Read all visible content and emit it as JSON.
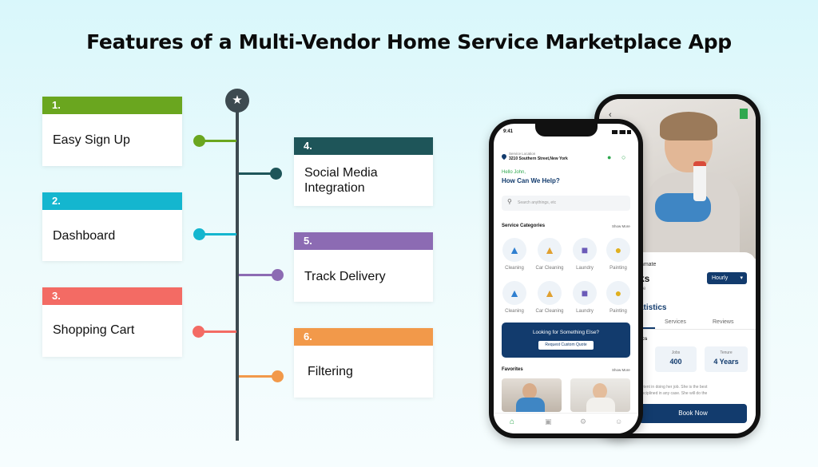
{
  "title": "Features of a Multi-Vendor Home Service Marketplace App",
  "features": [
    {
      "num": "1.",
      "label": "Easy Sign Up",
      "color": "#6aa61f"
    },
    {
      "num": "2.",
      "label": "Dashboard",
      "color": "#14b6cf"
    },
    {
      "num": "3.",
      "label": "Shopping Cart",
      "color": "#f36b64"
    },
    {
      "num": "4.",
      "label": "Social Media Integration",
      "color": "#1e5559"
    },
    {
      "num": "5.",
      "label": "Track Delivery",
      "color": "#8c6bb3"
    },
    {
      "num": "6.",
      "label": "Filtering",
      "color": "#f2994a"
    }
  ],
  "timeline_color": "#3d4a50",
  "icons": {
    "timeline_badge": "award-ribbon-icon"
  },
  "front_phone": {
    "time": "9:41",
    "location_label": "Service Location",
    "location_value": "3210 Southern Street,New York",
    "greeting": "Hello John,",
    "question": "How Can We Help?",
    "search_placeholder": "Search anythings, etc",
    "categories_title": "Service Categories",
    "show_more": "Show More",
    "categories": [
      "Cleaning",
      "Car Cleaning",
      "Laundry",
      "Painting",
      "Cleaning",
      "Car Cleaning",
      "Laundry",
      "Painting"
    ],
    "banner_text": "Looking for Something Else?",
    "banner_button": "Request Custom Quote",
    "favorites_title": "Favorites",
    "favorites_more": "Show More"
  },
  "back_phone": {
    "role": "mmate",
    "name": "ks",
    "sub": "nte",
    "rate_option": "Hourly",
    "section": "atistics",
    "tabs": [
      "Services",
      "Reviews"
    ],
    "stats_title": "tics",
    "stats": [
      {
        "label": "Jobs",
        "value": "400"
      },
      {
        "label": "Tenure",
        "value": "4 Years"
      }
    ],
    "desc_line1": "petent in doing her job. She is the best",
    "desc_line2": "disciplined in any case. She will do the",
    "book_button": "Book Now",
    "accent": "#123b6d"
  }
}
